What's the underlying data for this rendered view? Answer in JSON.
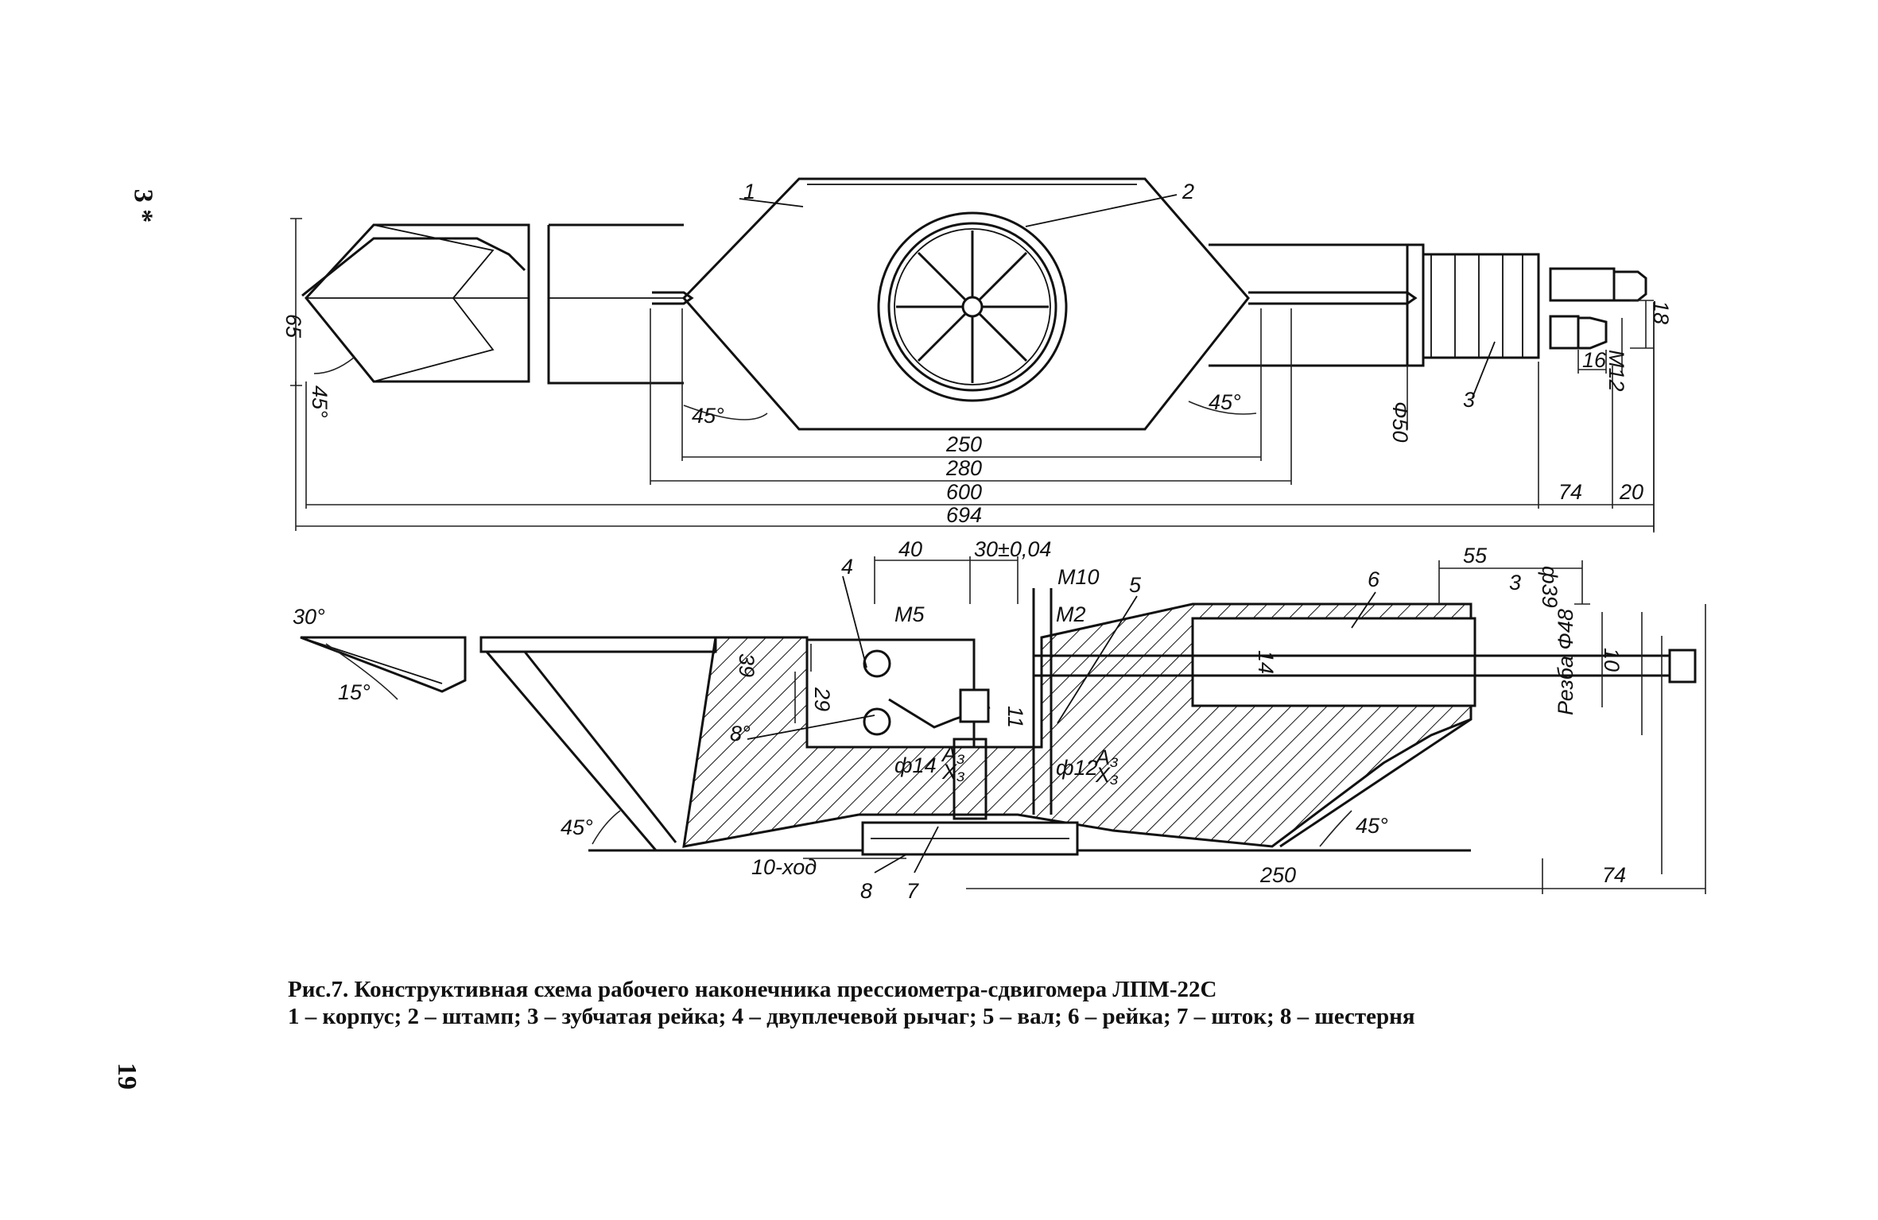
{
  "page": {
    "side_mark": "3 *",
    "page_number": "19"
  },
  "caption": {
    "title": "Рис.7. Конструктивная схема рабочего наконечника прессиометра-сдвигомера ЛПМ-22С",
    "legend": "1 – корпус; 2 – штамп; 3 – зубчатая рейка; 4 – двуплечевой рычаг; 5 – вал; 6 – рейка; 7 – шток; 8 – шестерня"
  },
  "top_view": {
    "labels": {
      "part1": "1",
      "part2": "2",
      "part3": "3",
      "dim_65": "65",
      "dim_45_left": "45°",
      "dim_45_mid_left": "45°",
      "dim_45_mid_right": "45°",
      "dim_phi50": "Ф50",
      "dim_18": "18",
      "dim_16": "16",
      "dim_m12": "М12",
      "dim_250": "250",
      "dim_280": "280",
      "dim_600": "600",
      "dim_694": "694",
      "dim_74": "74",
      "dim_20": "20"
    }
  },
  "section_view": {
    "labels": {
      "dim_30deg": "30°",
      "dim_15deg": "15°",
      "dim_45_left": "45°",
      "dim_45_right": "45°",
      "dim_40": "40",
      "dim_30": "30±0,04",
      "dim_m10": "М10",
      "dim_m5": "М5",
      "dim_m2": "М2",
      "part4": "4",
      "part5": "5",
      "part6": "6",
      "part7": "7",
      "part8": "8",
      "dim_55": "55",
      "dim_3": "3",
      "dim_phi39": "ф39",
      "dim_39": "39",
      "dim_29": "29",
      "dim_8deg": "8°",
      "dim_11": "11",
      "dim_14": "14",
      "dim_10": "10",
      "dim_phi14": "ф14",
      "dim_phi12": "ф12",
      "fit_a": "A₃",
      "fit_x": "X₃",
      "fit_a2": "A₃",
      "fit_x2": "X₃",
      "thread": "Резба Ф48",
      "stroke": "10-ход",
      "dim_250": "250",
      "dim_74": "74"
    }
  }
}
